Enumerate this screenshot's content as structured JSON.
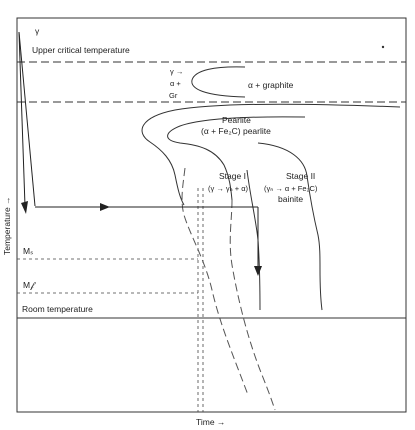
{
  "labels": {
    "gamma": "γ",
    "upper_critical": "Upper critical temperature",
    "gamma_arrow": "γ →",
    "alpha_plus": "α +",
    "gr": "Gr",
    "alpha_graphite": "α + graphite",
    "pearlite": "Pearlite",
    "pearlite_detail": "(α + Fe₂C) pearlite",
    "stage1": "Stage I",
    "stage1_reaction": "(γ → γₙ + α)",
    "stage2": "Stage II",
    "stage2_reaction": "(γₙ → α + Fe₂C)",
    "bainite": "bainite",
    "ms": "Mₛ",
    "mf": "M𝒻",
    "room_temp": "Room temperature",
    "y_axis": "Temperature →",
    "x_axis": "Time →"
  }
}
